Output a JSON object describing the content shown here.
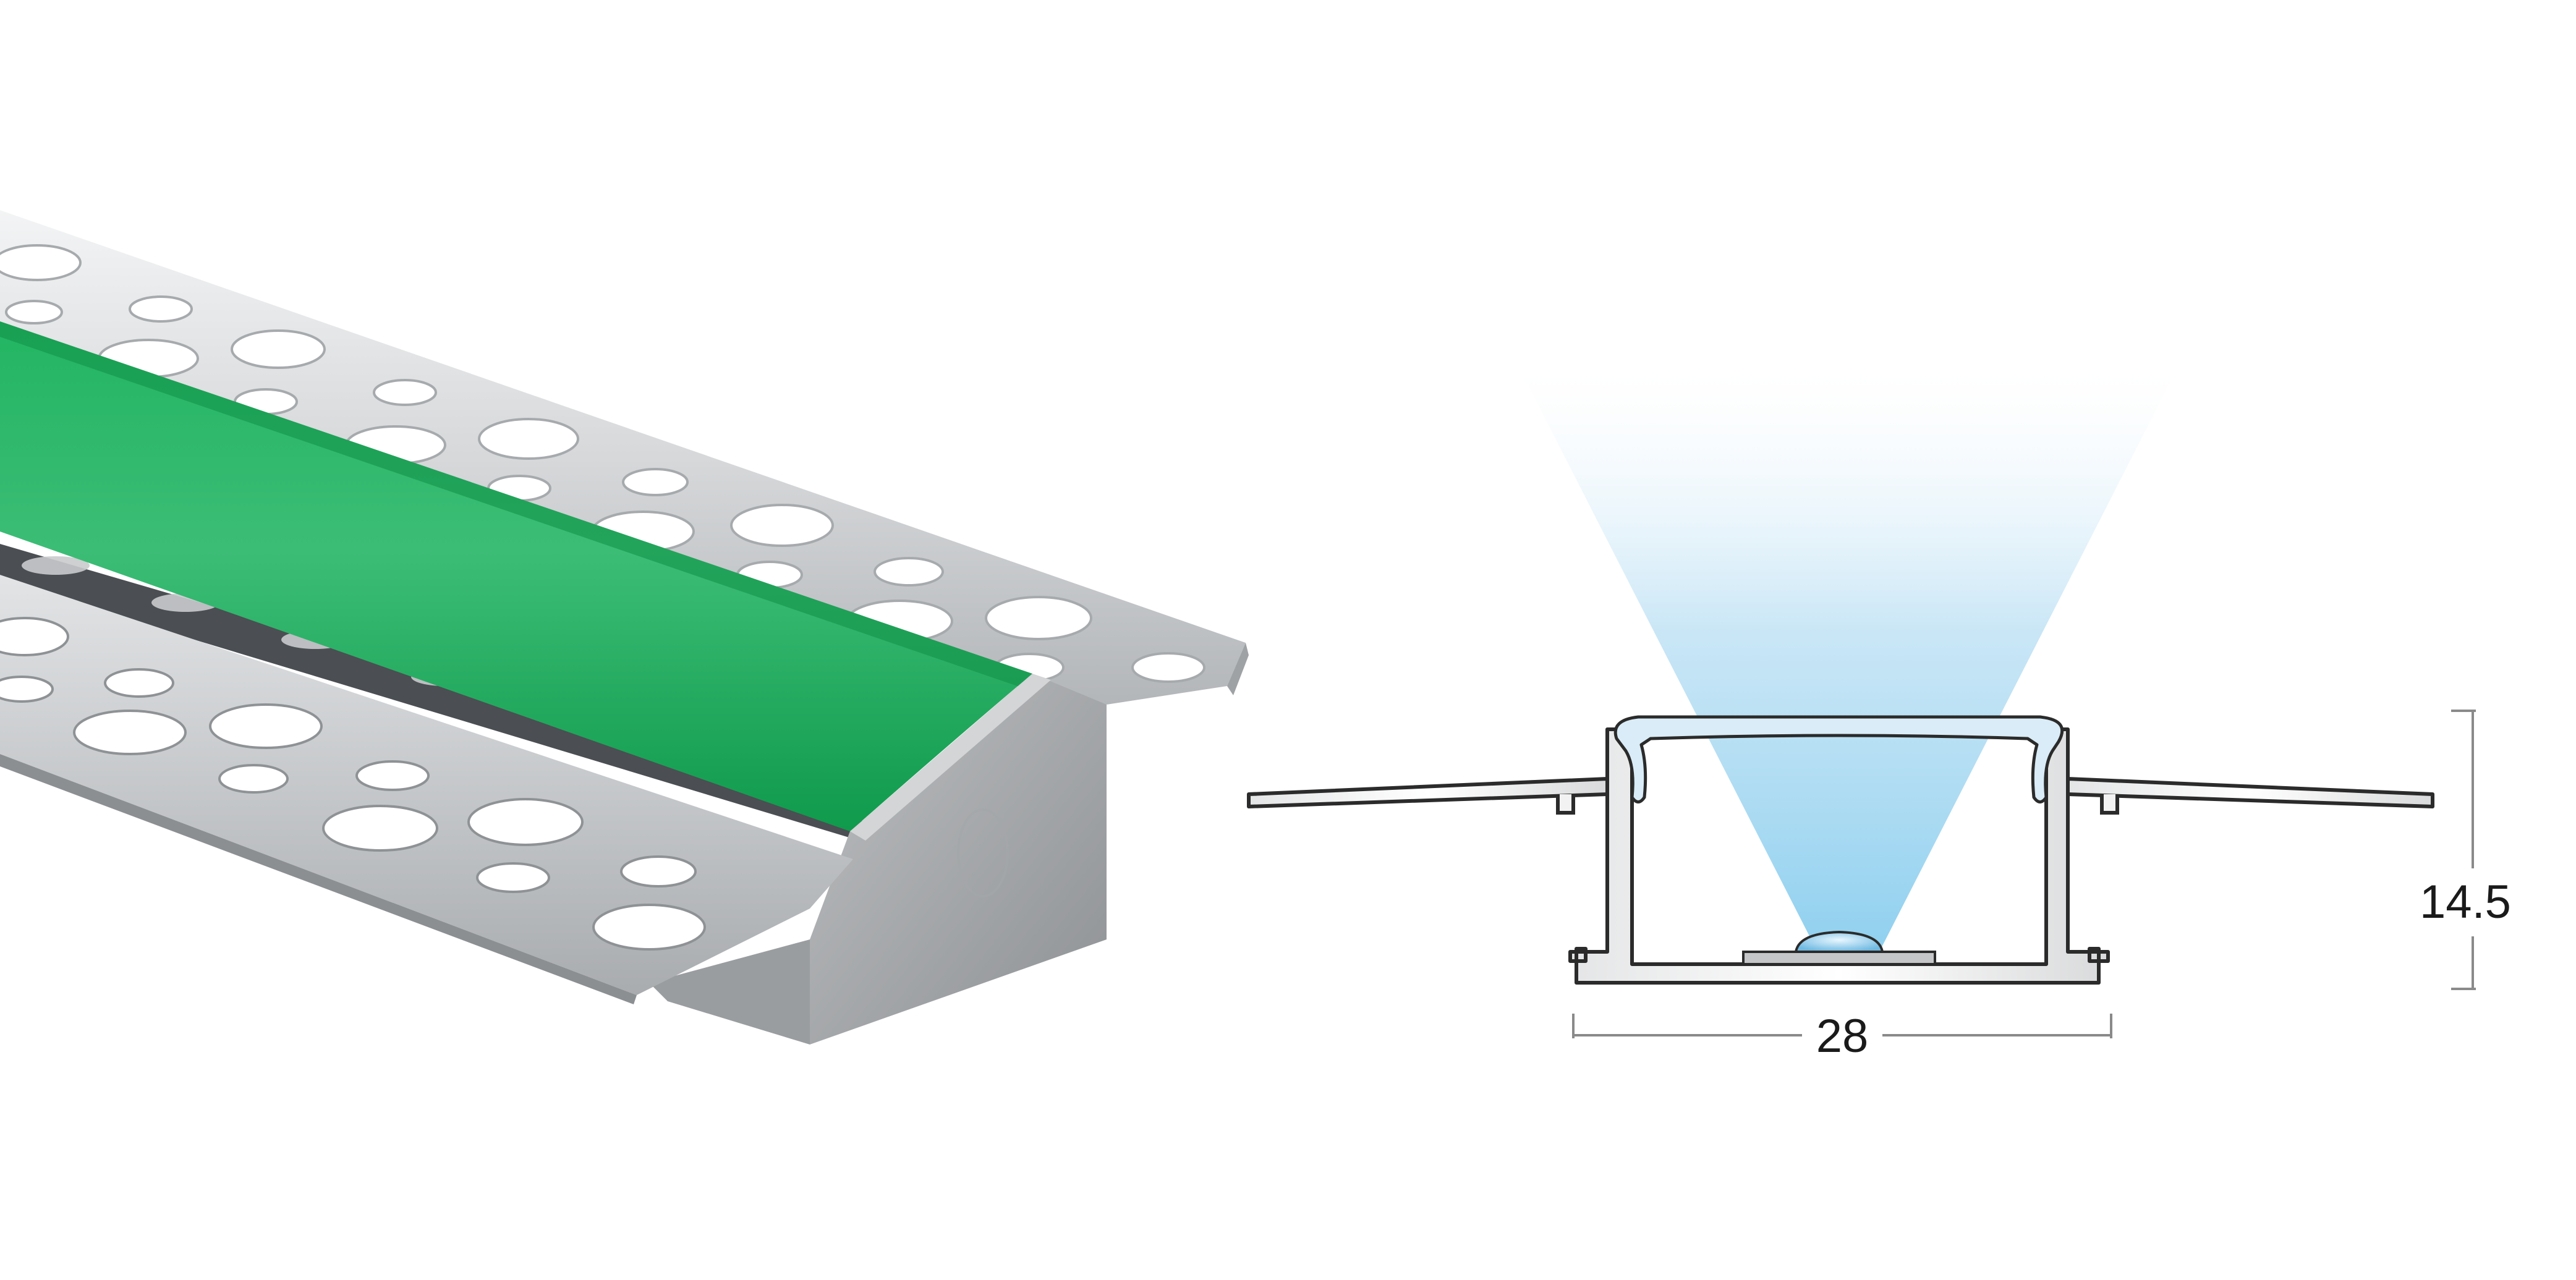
{
  "product": {
    "diffuser_color": "#1fae5a",
    "housing_color": "#b9bcbe",
    "light_color": "#8fd0ef"
  },
  "cross_section": {
    "width_label": "28",
    "height_label": "14.5",
    "width_mm": 28,
    "height_mm": 14.5
  }
}
